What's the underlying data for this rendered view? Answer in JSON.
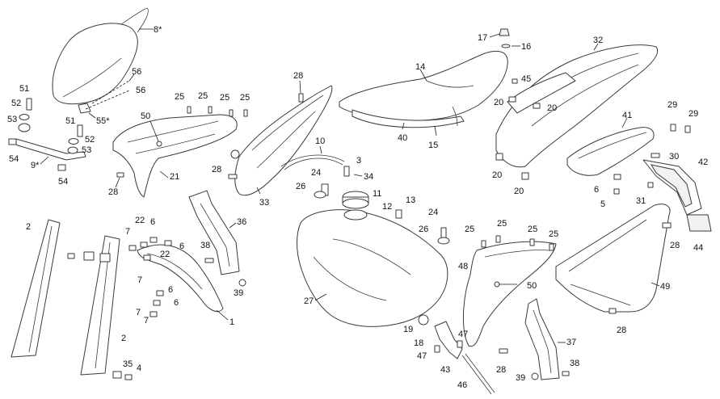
{
  "diagram": {
    "labels": {
      "seat_alt": "8*",
      "seat_brace": "9*",
      "bolt_55": "55*",
      "tail_fender": "32",
      "cap_17": "17",
      "washer_16": "16",
      "seat": "14",
      "seat_base": "15",
      "seat_foam": "40",
      "screw_45": "45",
      "tail_bolt_20a": "20",
      "tail_bolt_20b": "20",
      "tail_bolt_20c": "20",
      "tail_bolt_20d": "20",
      "plate_holder": "41",
      "nut_29a": "29",
      "nut_29b": "29",
      "bolt_30": "30",
      "bracket_42": "42",
      "screw_6_rear": "6",
      "screw_5": "5",
      "screw_31": "31",
      "plate_44": "44",
      "fwd_panel_left": "21",
      "fwd_panel_right": "33",
      "screw_50_left": "50",
      "screw_28_a": "28",
      "screw_28_b": "28",
      "screw_28_c": "28",
      "screw_28_d": "28",
      "screw_28_e": "28",
      "screw_28_f": "28",
      "screw_25_a": "25",
      "screw_25_b": "25",
      "screw_25_c": "25",
      "screw_25_d": "25",
      "screw_25_e": "25",
      "screw_25_f": "25",
      "screw_25_g": "25",
      "screw_25_h": "25",
      "hose_10": "10",
      "fitting_3": "3",
      "clamp_34": "34",
      "screw_24_a": "24",
      "screw_24_b": "24",
      "nut_26_a": "26",
      "nut_26_b": "26",
      "cap_11": "11",
      "screw_12": "12",
      "screw_13": "13",
      "tank_27": "27",
      "fork_guard_left": "2",
      "fork_guard_right": "2",
      "fender_1": "1",
      "screw_7_a": "7",
      "screw_7_b": "7",
      "screw_7_c": "7",
      "screw_7_d": "7",
      "screw_22_a": "22",
      "screw_22_b": "22",
      "screw_6_a": "6",
      "screw_6_b": "6",
      "screw_6_c": "6",
      "screw_6_d": "6",
      "screw_35": "35",
      "screw_4": "4",
      "guard_36": "36",
      "screw_38_a": "38",
      "screw_38_b": "38",
      "clip_39_a": "39",
      "clip_39_b": "39",
      "side_panel_48": "48",
      "screw_50_right": "50",
      "side_panel_49": "49",
      "guard_37": "37",
      "ring_19": "19",
      "tap_18": "18",
      "clip_47_a": "47",
      "clip_47_b": "47",
      "tap_43": "43",
      "hose_46": "46",
      "seat_bolt_51_a": "51",
      "seat_bolt_51_b": "51",
      "washer_52_a": "52",
      "washer_52_b": "52",
      "nut_53_a": "53",
      "nut_53_b": "53",
      "nut_54_a": "54",
      "nut_54_b": "54",
      "strap_56_a": "56",
      "strap_56_b": "56"
    }
  }
}
